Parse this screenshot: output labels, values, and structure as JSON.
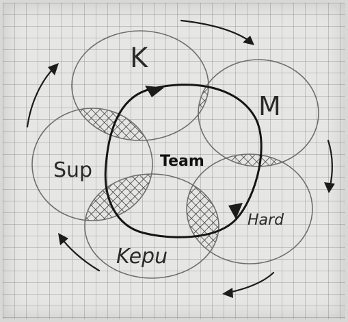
{
  "diagram": {
    "center_label": "Team",
    "circle_labels": [
      "K",
      "M",
      "Hard",
      "Kepu",
      "Sup"
    ],
    "colors": {
      "paper": "#e6e6e4",
      "grid": "#8a8a8a",
      "outer_rings": "#6e6e6e",
      "team_ring": "#151515",
      "ink": "#1c1c1c"
    },
    "icons": [
      "cycle-arrow",
      "hatched-overlap"
    ]
  }
}
